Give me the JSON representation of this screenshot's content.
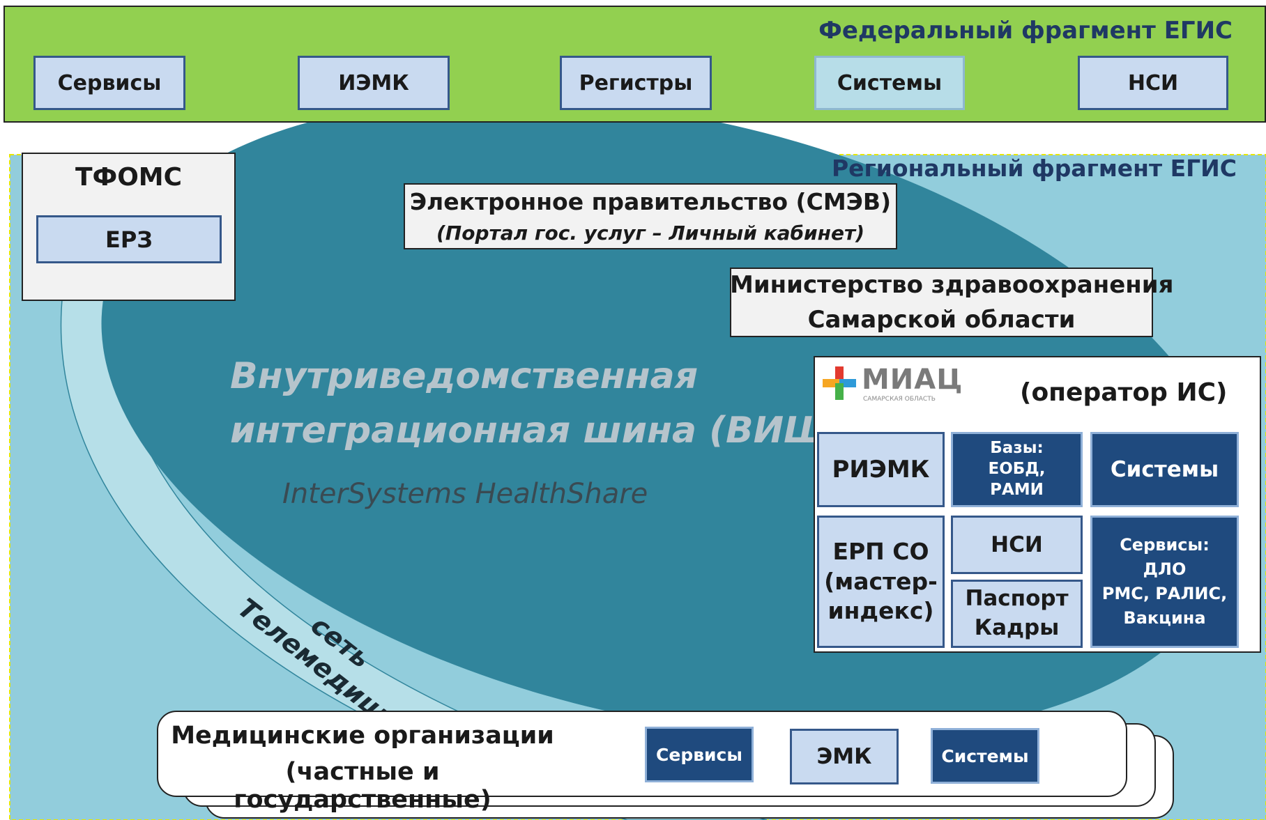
{
  "federal": {
    "title": "Федеральный фрагмент ЕГИС",
    "items": [
      "Сервисы",
      "ИЭМК",
      "Регистры",
      "Системы",
      "НСИ"
    ]
  },
  "regional": {
    "title": "Региональный фрагмент ЕГИС"
  },
  "tfoms": {
    "title": "ТФОМС",
    "erz": "ЕРЗ"
  },
  "egov": {
    "line1": "Электронное правительство (СМЭВ)",
    "line2": "(Портал гос. услуг – Личный кабинет)"
  },
  "ministry": {
    "line1": "Министерство здравоохранения",
    "line2": "Самарской области"
  },
  "bus": {
    "line1": "Внутриведомственная",
    "line2": "интеграционная шина (ВИШ)",
    "product": "InterSystems HealthShare"
  },
  "telemed": {
    "line1": "Телемедицинская",
    "line2": "сеть"
  },
  "miac": {
    "logo_text": "МИАЦ",
    "logo_sub": "САМАРСКАЯ ОБЛАСТЬ",
    "operator": "(оператор ИС)",
    "riemk": "РИЭМК",
    "bases": [
      "Базы:",
      "ЕОБД,",
      "РАМИ"
    ],
    "systems": "Системы",
    "erp": [
      "ЕРП СО",
      "(мастер-",
      "индекс)"
    ],
    "nsi": "НСИ",
    "passport": [
      "Паспорт",
      "Кадры"
    ],
    "services": [
      "Сервисы:",
      "ДЛО",
      "РМС, РАЛИС,",
      "Вакцина"
    ]
  },
  "medorg": {
    "line1": "Медицинские организации",
    "line2": "(частные и государственные)",
    "items": [
      "Сервисы",
      "ЭМК",
      "Системы"
    ]
  },
  "colors": {
    "federal_bg": "#92d050",
    "regional_bg": "#92cddc",
    "ellipse": "#31859c",
    "dark_box": "#1f4a7e",
    "light_box": "#c9daf0"
  }
}
